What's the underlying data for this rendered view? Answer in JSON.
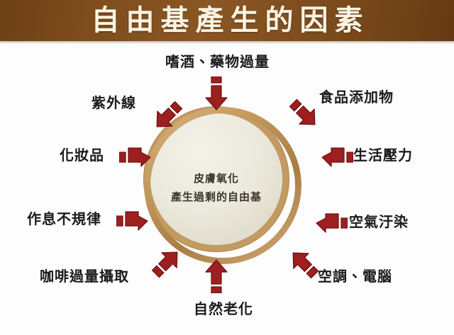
{
  "banner": {
    "title": "自由基產生的因素",
    "bg_color": "#7d4c1d",
    "text_color": "#fcf4e2"
  },
  "center": {
    "line1": "皮膚氧化",
    "line2": "產生過剩的自由基",
    "ring_color": "#c29a62",
    "fill_color": "#eceade",
    "text_color": "#3b352e"
  },
  "arrow_color": "#9e1f20",
  "factors": [
    {
      "id": "alcohol-drugs",
      "label": "嗜酒、藥物過量",
      "direction": "down"
    },
    {
      "id": "uv-rays",
      "label": "紫外線",
      "direction": "down-right"
    },
    {
      "id": "food-additives",
      "label": "食品添加物",
      "direction": "down-left"
    },
    {
      "id": "cosmetics",
      "label": "化妝品",
      "direction": "right"
    },
    {
      "id": "life-stress",
      "label": "生活壓力",
      "direction": "left"
    },
    {
      "id": "irregular-sleep",
      "label": "作息不規律",
      "direction": "right"
    },
    {
      "id": "air-pollution",
      "label": "空氣汙染",
      "direction": "left"
    },
    {
      "id": "excess-coffee",
      "label": "咖啡過量攝取",
      "direction": "up-right"
    },
    {
      "id": "ac-computer",
      "label": "空調、電腦",
      "direction": "up-left"
    },
    {
      "id": "natural-aging",
      "label": "自然老化",
      "direction": "up"
    }
  ]
}
